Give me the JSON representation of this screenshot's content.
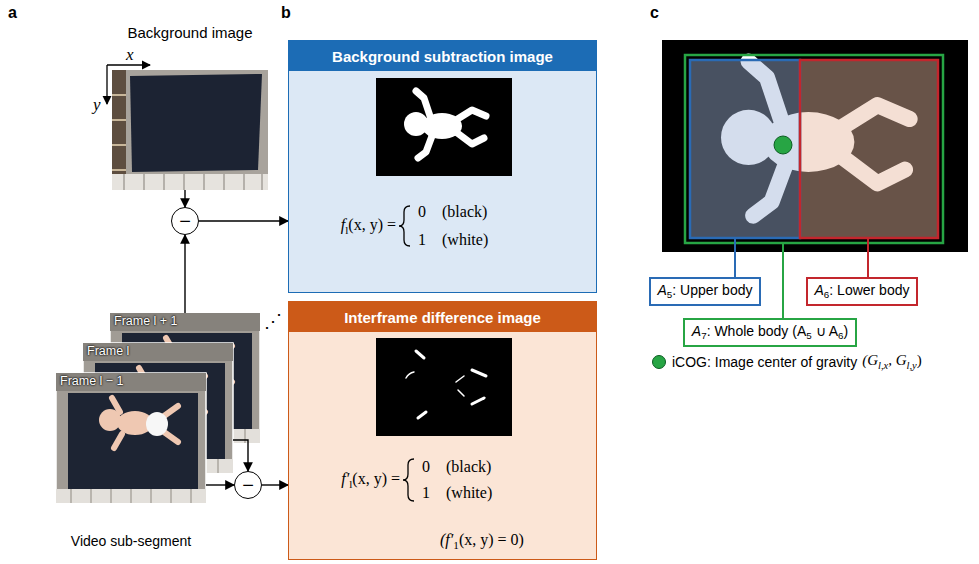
{
  "diagram": {
    "nodes": [
      {
        "text": [
          "Background image"
        ]
      },
      {
        "text": [
          "−"
        ]
      },
      {
        "text": [
          "Frame l + 1"
        ]
      },
      {
        "text": [
          "Frame l"
        ]
      },
      {
        "text": [
          "Frame l − 1"
        ]
      },
      {
        "text": [
          "−"
        ]
      },
      {
        "text": [
          "Background subtraction image",
          "f",
          "l",
          "(x, y) =",
          "0",
          "(black)",
          "1",
          "(white)"
        ]
      },
      {
        "text": [
          "Interframe difference image",
          "f′",
          "l",
          "(x, y) =",
          "0",
          "(black)",
          "1",
          "(white)",
          "(f′",
          "1",
          "(x, y) = 0)"
        ]
      },
      {
        "text": [
          "A",
          "5",
          ": Upper body"
        ]
      },
      {
        "text": [
          "A",
          "6",
          ": Lower body"
        ]
      },
      {
        "text": [
          "A",
          "7",
          ": Whole body (A",
          "5",
          " ∪ A",
          "6",
          ")"
        ]
      }
    ],
    "edges": [
      {
        "from": 0,
        "to": 1,
        "arrow": "to"
      },
      {
        "from": 2,
        "to": 1,
        "arrow": "to"
      },
      {
        "from": 1,
        "to": 6,
        "arrow": "to"
      },
      {
        "from": 3,
        "to": 5,
        "arrow": "to"
      },
      {
        "from": 4,
        "to": 5,
        "arrow": "to"
      },
      {
        "from": 5,
        "to": 7,
        "arrow": "to"
      }
    ],
    "labels": [
      "a",
      "x",
      "y",
      "⋰",
      "Video sub-segment",
      "b",
      "c",
      "(G",
      "l,x",
      ", G",
      "l,y",
      ")"
    ],
    "legend": [
      {
        "text": "iCOG: Image center of gravity",
        "color": "#27a544"
      }
    ]
  }
}
